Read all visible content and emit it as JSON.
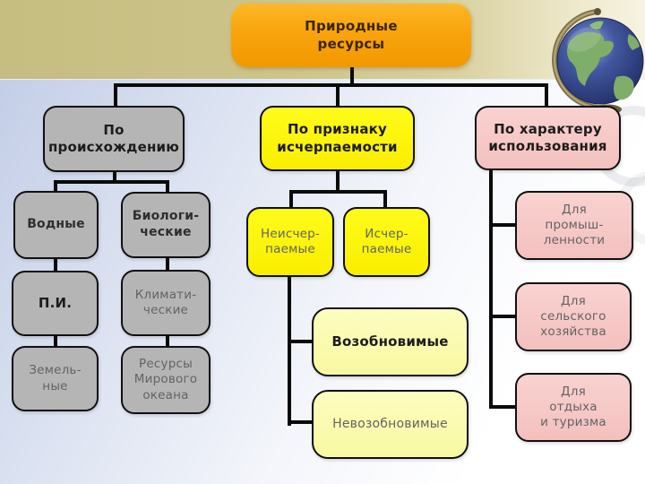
{
  "title": "Природные ресурсы — схема классификации",
  "nodes": {
    "root": {
      "label": "Природные\nресурсы"
    },
    "origin_header": {
      "label": "По\nпроисхождению"
    },
    "water": {
      "label": "Водные"
    },
    "biological": {
      "label": "Биологи-\nческие"
    },
    "pi": {
      "label": "П.И."
    },
    "climatic": {
      "label": "Климати-\nческие"
    },
    "land": {
      "label": "Земель-\nные"
    },
    "ocean": {
      "label": "Ресурсы\nМирового\nокеана"
    },
    "exhaust_header": {
      "label": "По признаку\nисчерпаемости"
    },
    "inexhaustible": {
      "label": "Неисчер-\nпаемые"
    },
    "exhaustible": {
      "label": "Исчер-\nпаемые"
    },
    "renewable": {
      "label": "Возобновимые"
    },
    "nonrenewable": {
      "label": "Невозобновимые"
    },
    "usage_header": {
      "label": "По характеру\nиспользования"
    },
    "industry": {
      "label": "Для\nпромыш-\nленности"
    },
    "agriculture": {
      "label": "Для\nсельского\nхозяйства"
    },
    "recreation": {
      "label": "Для\nотдыха\nи туризма"
    }
  },
  "icons": {
    "globe": "desk-globe"
  },
  "colors": {
    "root_orange": "#F9A40D",
    "origin_gray": "#B5B5B5",
    "exhaust_yellow": "#FBF200",
    "renewable_pale_yellow": "#FBFBAD",
    "usage_pink": "#F7C9C7",
    "top_band_tan": "#CDC48B",
    "background_blue": "#BFCAE5",
    "connector_black": "#0A0A0A",
    "globe_blue": "#3A4F9E",
    "globe_green": "#7FAE6A"
  }
}
